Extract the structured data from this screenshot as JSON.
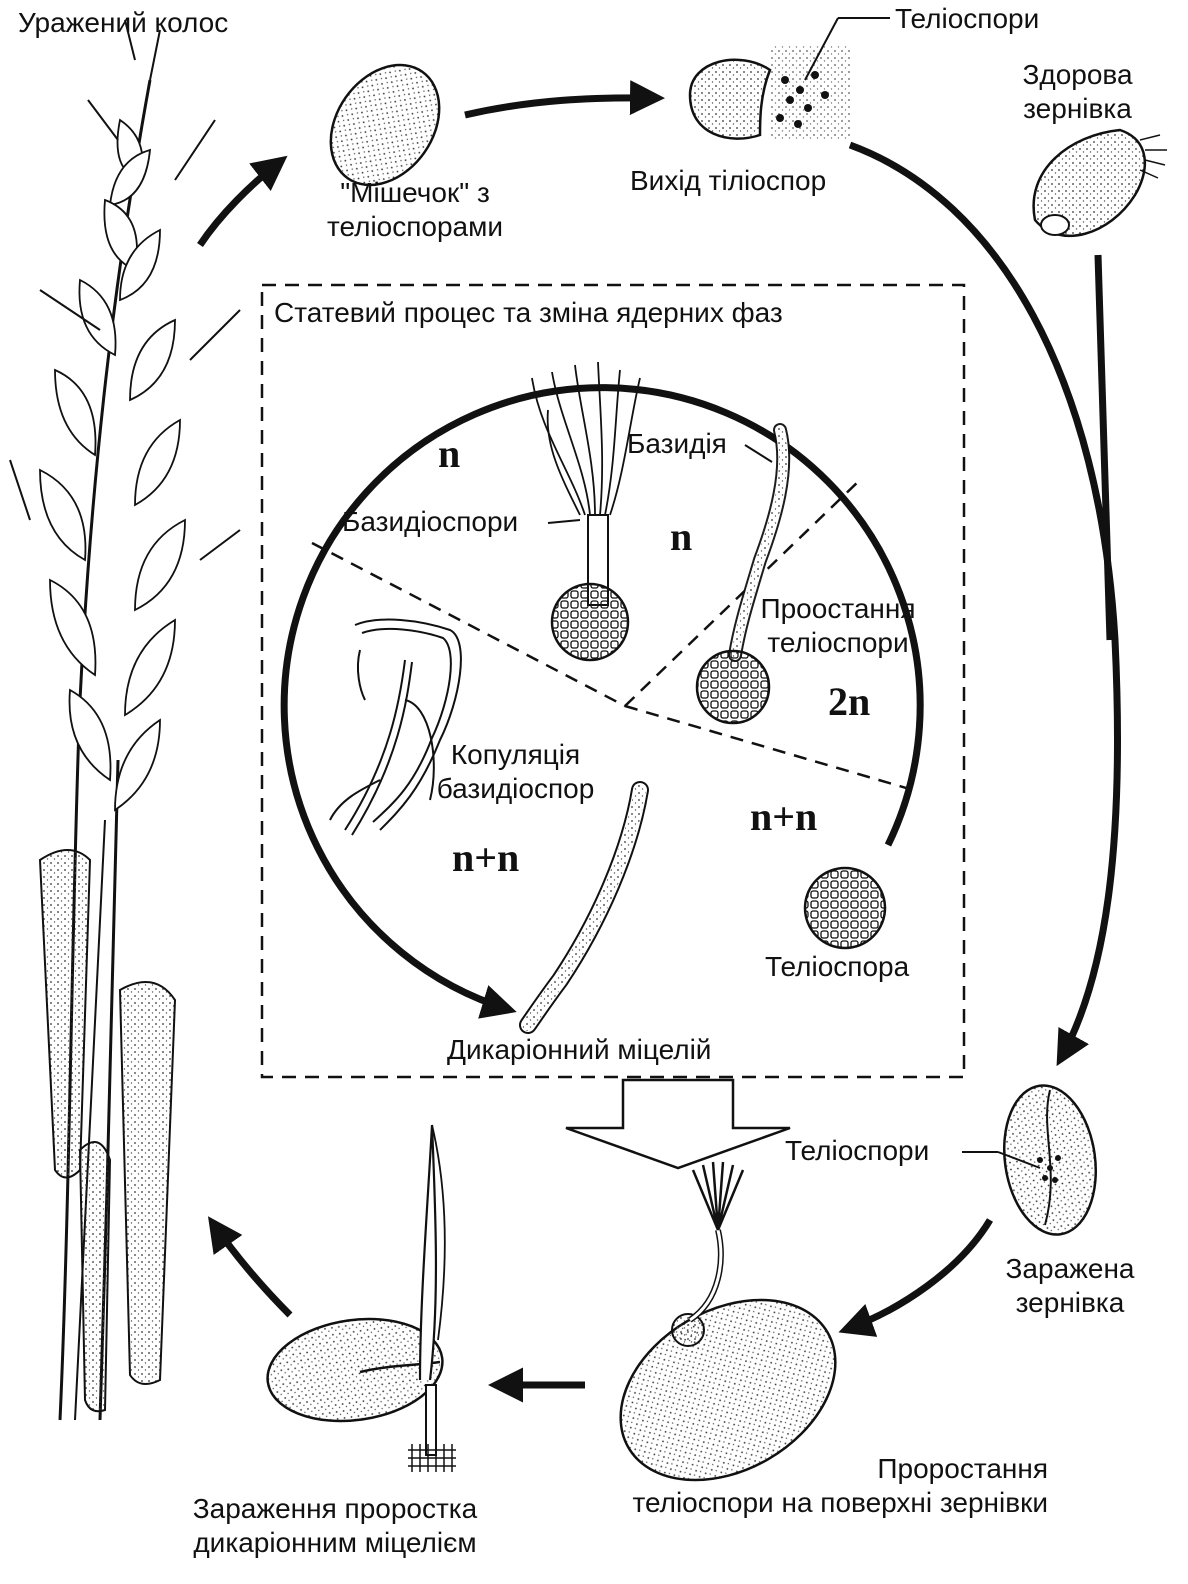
{
  "labels": {
    "infected_ear": "Уражений колос",
    "sac_line1": "\"Мішечок\" з",
    "sac_line2": "теліоспорами",
    "teliospore_release": "Вихід тіліоспор",
    "teliospores_top": "Теліоспори",
    "healthy_grain_line1": "Здорова",
    "healthy_grain_line2": "зернівка",
    "box_title": "Статевий процес та зміна ядерних фаз",
    "basidium": "Базидія",
    "basidiospores": "Базидіоспори",
    "germination_line1": "Проостання",
    "germination_line2": "теліоспори",
    "copulation_line1": "Копуляція",
    "copulation_line2": "базидіоспор",
    "teliospore": "Теліоспора",
    "dikaryotic_mycelium": "Дикаріонний міцелій",
    "teliospores_grain": "Теліоспори",
    "infected_grain_line1": "Заражена",
    "infected_grain_line2": "зернівка",
    "surface_germ_line1": "Проростання",
    "surface_germ_line2": "теліоспори на поверхні зернівки",
    "seedling_line1": "Зараження проростка",
    "seedling_line2": "дикаріонним міцелієм"
  },
  "ploidy": {
    "n_top_left": "n",
    "n_top_right": "n",
    "two_n": "2n",
    "n_plus_n_left": "n+n",
    "n_plus_n_right": "n+n"
  },
  "colors": {
    "ink": "#111111",
    "paper": "#ffffff"
  }
}
